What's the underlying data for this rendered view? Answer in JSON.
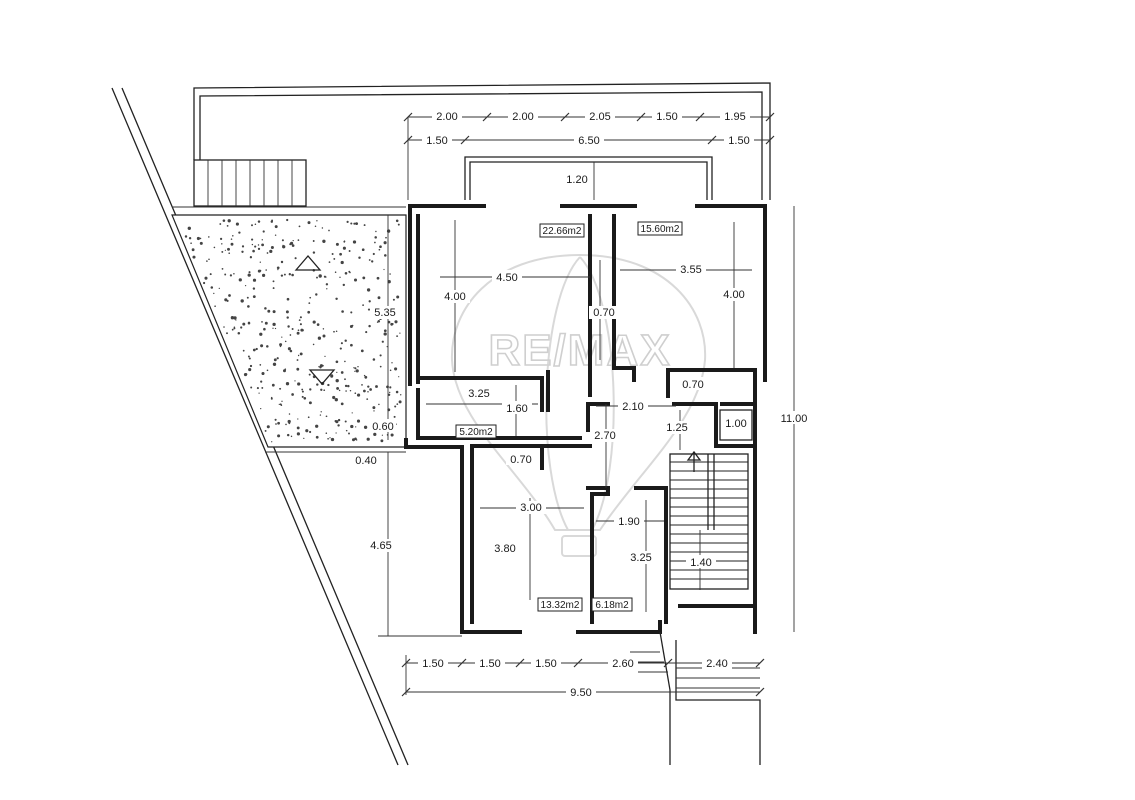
{
  "watermark": {
    "logo_text": "RE/MAX"
  },
  "rooms": [
    {
      "id": "living",
      "area": "22.66m2"
    },
    {
      "id": "bedroom-right",
      "area": "15.60m2"
    },
    {
      "id": "bath",
      "area": "5.20m2"
    },
    {
      "id": "bedroom-bottom",
      "area": "13.32m2"
    },
    {
      "id": "small-room",
      "area": "6.18m2"
    }
  ],
  "dimensions": {
    "top_row1": [
      "2.00",
      "2.00",
      "2.05",
      "1.50",
      "1.95"
    ],
    "top_row2": [
      "1.50",
      "6.50",
      "1.50"
    ],
    "balcony_depth": "1.20",
    "living_width": "4.50",
    "living_depth": "4.00",
    "garden_depth": "5.35",
    "bedroom_right_width": "3.55",
    "bedroom_right_depth": "4.00",
    "hall_small": "0.70",
    "bedroom_right_niche": "0.70",
    "bath_width": "3.25",
    "bath_depth": "1.60",
    "hall_width": "2.10",
    "hall_depth": "2.70",
    "stair_landing": "1.25",
    "lift": "1.00",
    "wall_a": "0.60",
    "wall_b": "0.40",
    "closet": "0.70",
    "bedroom_bottom_width": "3.00",
    "bedroom_bottom_depth": "3.80",
    "small_room_width": "1.90",
    "small_room_depth": "3.25",
    "stair_width": "1.40",
    "yard_depth": "4.65",
    "total_depth": "11.00",
    "bottom_row": [
      "1.50",
      "1.50",
      "1.50",
      "2.60",
      "2.40"
    ],
    "bottom_total": "9.50"
  }
}
